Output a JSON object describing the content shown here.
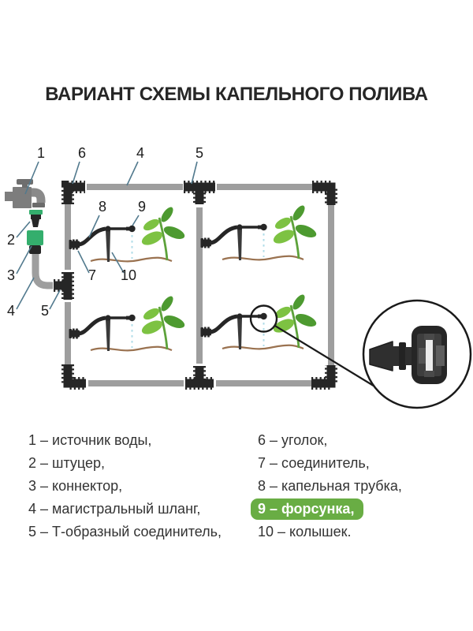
{
  "title": "ВАРИАНТ СХЕМЫ КАПЕЛЬНОГО ПОЛИВА",
  "diagram": {
    "labels": {
      "l1": "1",
      "l2": "2",
      "l3": "3",
      "l4": "4",
      "l4b": "4",
      "l5": "5",
      "l5b": "5",
      "l6": "6",
      "l7": "7",
      "l8": "8",
      "l9": "9",
      "l10": "10"
    }
  },
  "legend": {
    "left": [
      "1 – источник воды,",
      "2 – штуцер,",
      "3 – коннектор,",
      "4 – магистральный шланг,",
      "5 – Т-образный соединитель,"
    ],
    "right": [
      "6 – уголок,",
      "7 – соединитель,",
      "8 – капельная трубка,",
      "9 – форсунка,",
      "10 – колышек."
    ]
  },
  "colors": {
    "highlight_green": "#69ad44",
    "fitting_green": "#34ae6d",
    "pipe_gray": "#9e9e9e",
    "fitting_black": "#262626",
    "leader_blue": "#527a8e",
    "leaf_dark": "#4d9a30",
    "leaf_light": "#7dc242",
    "ground_brown": "#9a7250",
    "water_blue": "#b0dce8"
  }
}
